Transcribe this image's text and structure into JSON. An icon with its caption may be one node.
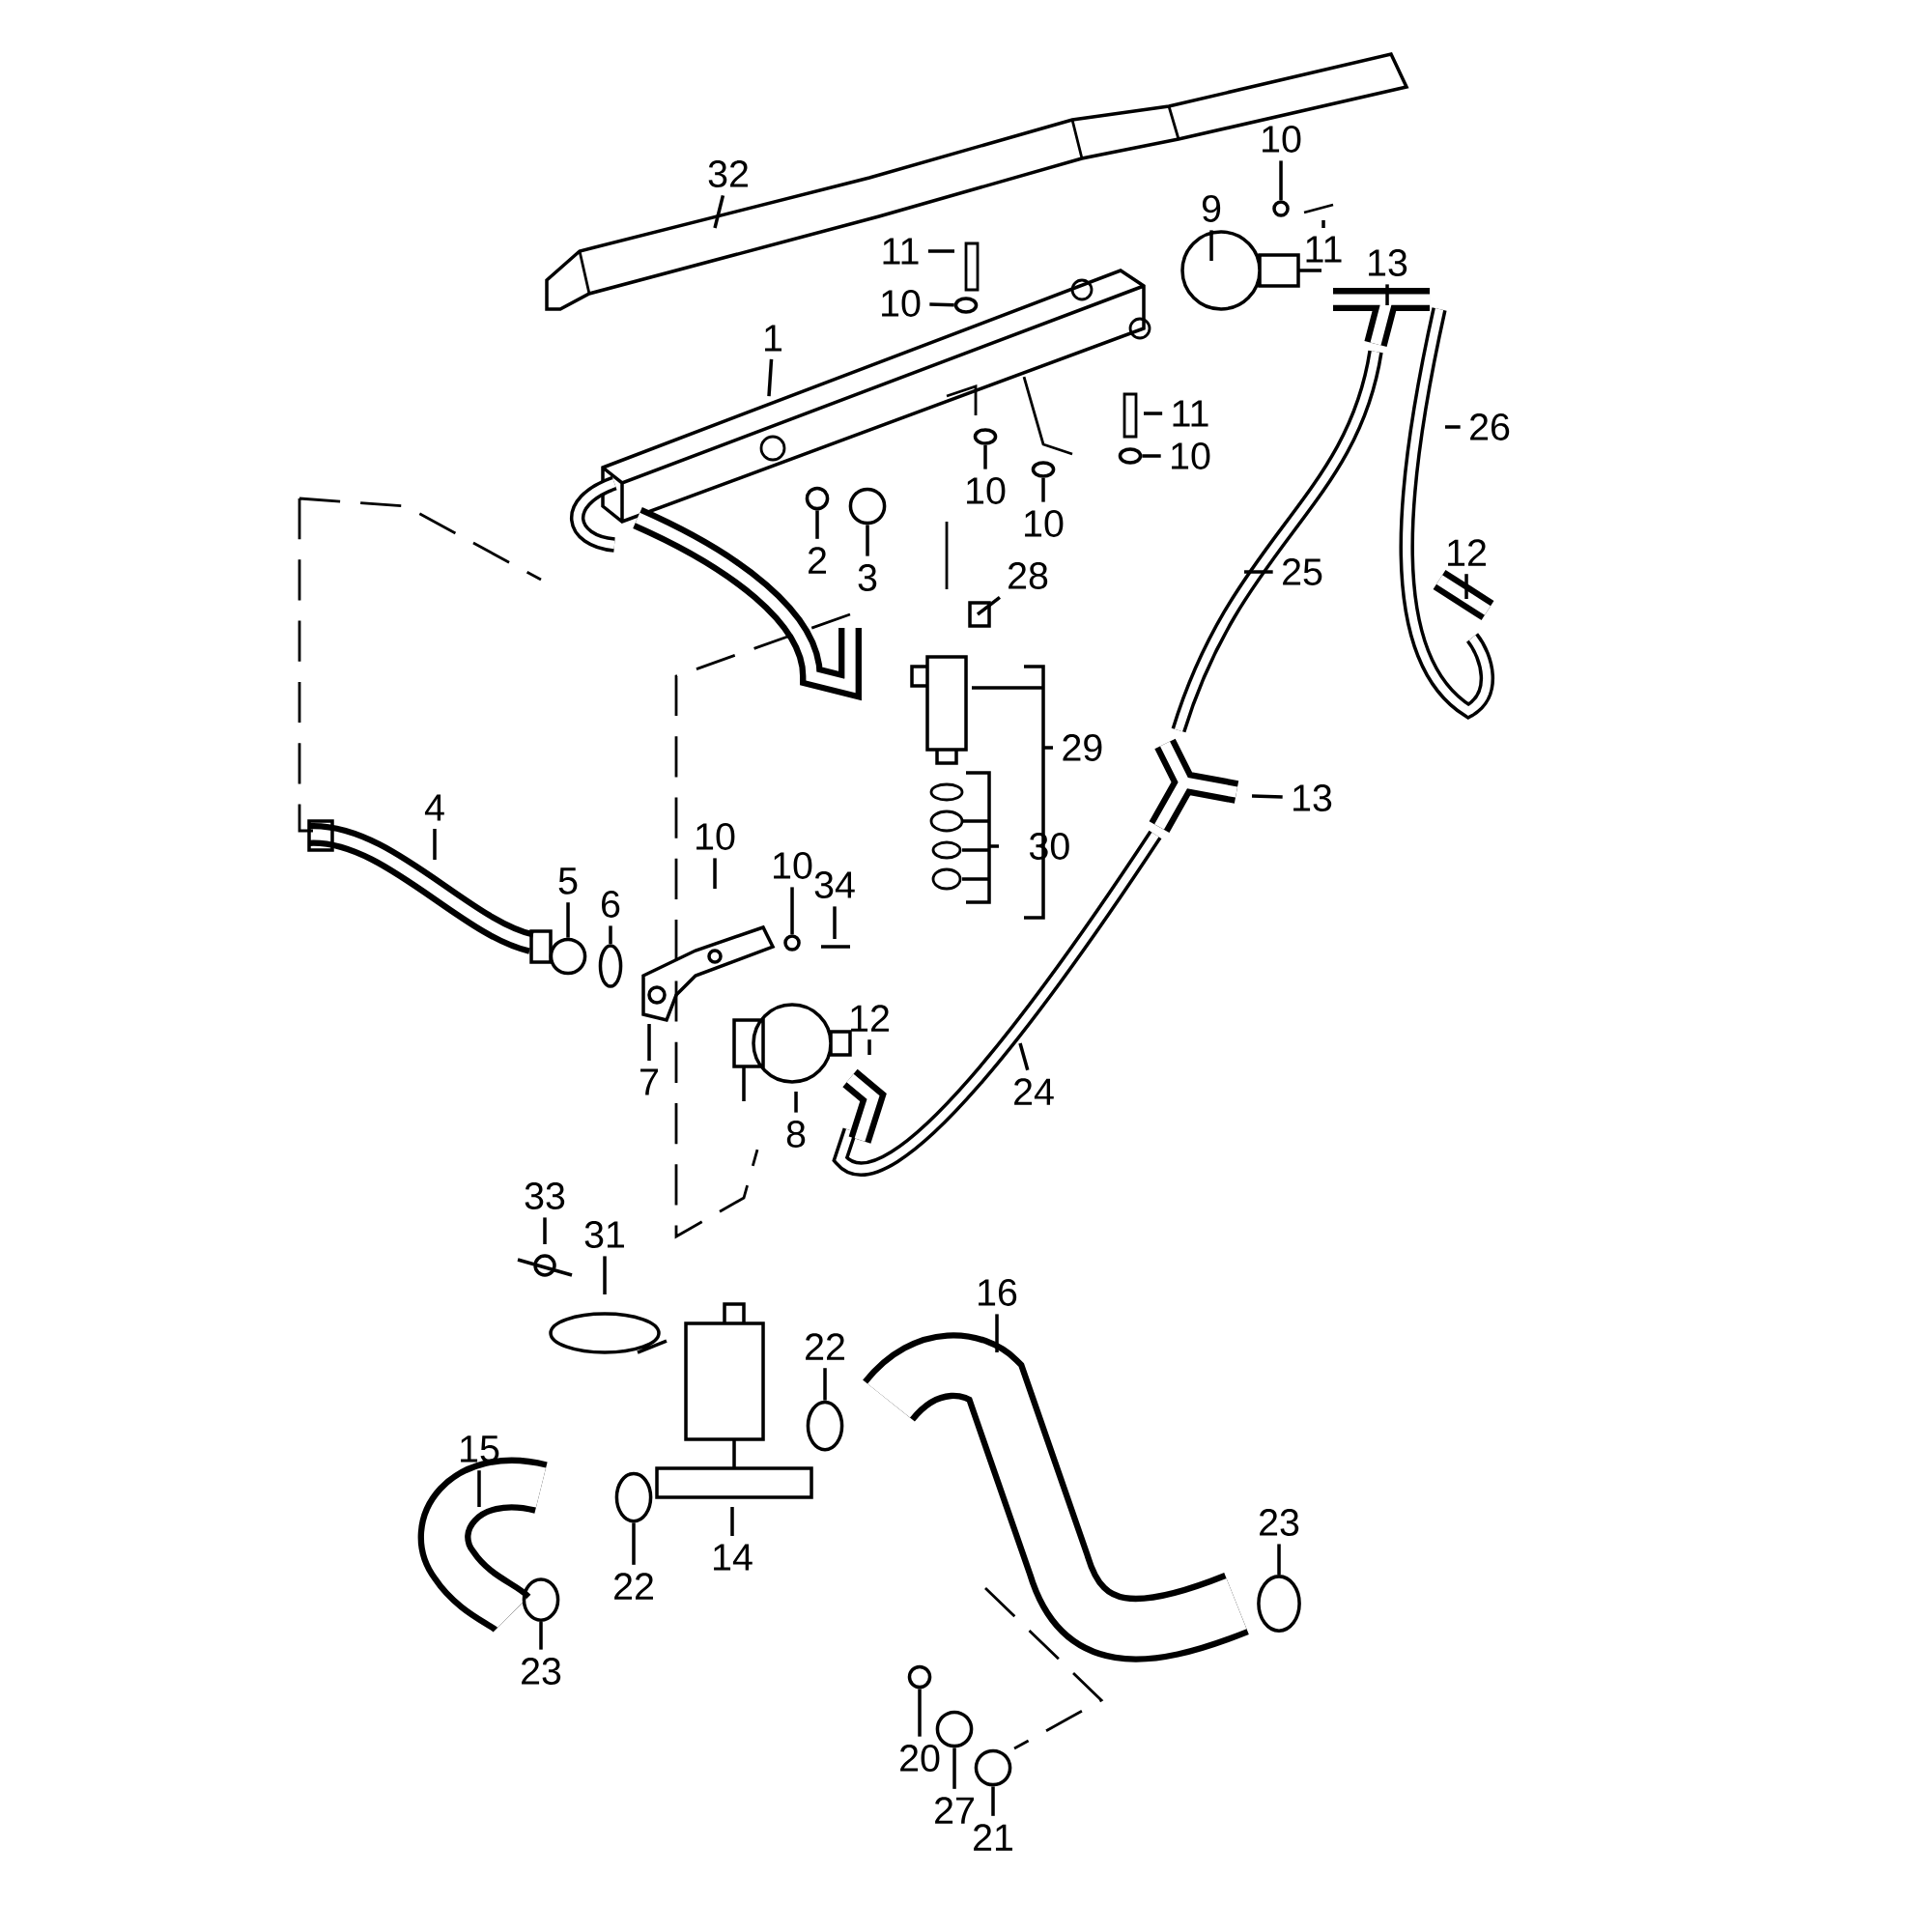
{
  "diagram": {
    "nodes": [
      {
        "text": [
          "10"
        ]
      },
      {
        "text": [
          "32"
        ]
      },
      {
        "text": [
          "9"
        ]
      },
      {
        "text": [
          "11"
        ]
      },
      {
        "text": [
          "11"
        ]
      },
      {
        "text": [
          "13"
        ]
      },
      {
        "text": [
          "10"
        ]
      },
      {
        "text": [
          "1"
        ]
      },
      {
        "text": [
          "11"
        ]
      },
      {
        "text": [
          "26"
        ]
      },
      {
        "text": [
          "10"
        ]
      },
      {
        "text": [
          "10"
        ]
      },
      {
        "text": [
          "10"
        ]
      },
      {
        "text": [
          "12"
        ]
      },
      {
        "text": [
          "2"
        ]
      },
      {
        "text": [
          "25"
        ]
      },
      {
        "text": [
          "3"
        ]
      },
      {
        "text": [
          "28"
        ]
      },
      {
        "text": [
          "13"
        ]
      },
      {
        "text": [
          "4"
        ]
      },
      {
        "text": [
          "10"
        ]
      },
      {
        "text": [
          "10"
        ]
      },
      {
        "text": [
          "5"
        ]
      },
      {
        "text": [
          "34"
        ]
      },
      {
        "text": [
          "6"
        ]
      },
      {
        "text": [
          "12"
        ]
      },
      {
        "text": [
          "24"
        ]
      },
      {
        "text": [
          "7"
        ]
      },
      {
        "text": [
          "8"
        ]
      },
      {
        "text": [
          "33"
        ]
      },
      {
        "text": [
          "31"
        ]
      },
      {
        "text": [
          "16"
        ]
      },
      {
        "text": [
          "22"
        ]
      },
      {
        "text": [
          "15"
        ]
      },
      {
        "text": [
          "23"
        ]
      },
      {
        "text": [
          "14"
        ]
      },
      {
        "text": [
          "22"
        ]
      },
      {
        "text": [
          "23"
        ]
      },
      {
        "text": [
          "20"
        ]
      },
      {
        "text": [
          "27"
        ]
      },
      {
        "text": [
          "21"
        ]
      },
      {
        "text": [],
        "shape": "circle"
      },
      {
        "text": [],
        "shape": "circle"
      },
      {
        "text": [],
        "shape": "circle"
      },
      {
        "text": [],
        "shape": "circle"
      },
      {
        "text": [],
        "shape": "circle"
      },
      {
        "text": [],
        "shape": "circle"
      },
      {
        "text": [],
        "shape": "circle"
      },
      {
        "text": [],
        "shape": "circle"
      },
      {
        "text": [],
        "shape": "circle"
      },
      {
        "text": [],
        "shape": "circle"
      },
      {
        "text": [],
        "shape": "circle"
      },
      {
        "text": [],
        "shape": "circle"
      },
      {
        "text": [],
        "shape": "circle"
      },
      {
        "text": [],
        "shape": "circle"
      },
      {
        "text": [],
        "shape": "circle"
      },
      {
        "text": [],
        "shape": "circle"
      },
      {
        "text": [],
        "shape": "circle"
      }
    ],
    "edges": [
      {
        "from": 0,
        "to": 41,
        "arrow": "none"
      },
      {
        "from": 1,
        "to": null,
        "arrow": "none"
      },
      {
        "from": 2,
        "to": null,
        "arrow": "none"
      },
      {
        "from": 3,
        "to": null,
        "arrow": "none"
      },
      {
        "from": 4,
        "to": null,
        "arrow": "none"
      },
      {
        "from": 5,
        "to": null,
        "arrow": "none"
      },
      {
        "from": 6,
        "to": 42,
        "arrow": "none"
      },
      {
        "from": 7,
        "to": null,
        "arrow": "none"
      },
      {
        "from": 8,
        "to": null,
        "arrow": "none"
      },
      {
        "from": 9,
        "to": null,
        "arrow": "none"
      },
      {
        "from": 10,
        "to": 43,
        "arrow": "none"
      },
      {
        "from": 11,
        "to": 44,
        "arrow": "none"
      },
      {
        "from": 12,
        "to": 45,
        "arrow": "none"
      },
      {
        "from": 13,
        "to": null,
        "arrow": "none"
      },
      {
        "from": 14,
        "to": 46,
        "arrow": "none"
      },
      {
        "from": 15,
        "to": null,
        "arrow": "none"
      },
      {
        "from": 16,
        "to": 47,
        "arrow": "none"
      },
      {
        "from": 17,
        "to": null,
        "arrow": "none"
      },
      {
        "from": 18,
        "to": null,
        "arrow": "none"
      },
      {
        "from": 19,
        "to": null,
        "arrow": "none"
      },
      {
        "from": 20,
        "to": null,
        "arrow": "none"
      },
      {
        "from": 21,
        "to": 48,
        "arrow": "none"
      },
      {
        "from": 22,
        "to": 49,
        "arrow": "none"
      },
      {
        "from": 23,
        "to": null,
        "arrow": "none"
      },
      {
        "from": 24,
        "to": 50,
        "arrow": "none"
      },
      {
        "from": 25,
        "to": null,
        "arrow": "none"
      },
      {
        "from": 26,
        "to": null,
        "arrow": "none"
      },
      {
        "from": 27,
        "to": null,
        "arrow": "none"
      },
      {
        "from": 28,
        "to": null,
        "arrow": "none"
      },
      {
        "from": 29,
        "to": null,
        "arrow": "none"
      },
      {
        "from": 30,
        "to": null,
        "arrow": "none"
      },
      {
        "from": 31,
        "to": null,
        "arrow": "none"
      },
      {
        "from": 32,
        "to": 51,
        "arrow": "none"
      },
      {
        "from": 33,
        "to": null,
        "arrow": "none"
      },
      {
        "from": 34,
        "to": 54,
        "arrow": "none"
      },
      {
        "from": 35,
        "to": null,
        "arrow": "none"
      },
      {
        "from": 36,
        "to": 52,
        "arrow": "none"
      },
      {
        "from": 37,
        "to": 53,
        "arrow": "none"
      },
      {
        "from": 38,
        "to": 55,
        "arrow": "none"
      },
      {
        "from": 39,
        "to": 56,
        "arrow": "none"
      },
      {
        "from": 40,
        "to": 57,
        "arrow": "none"
      }
    ],
    "labels": [
      "29",
      "30"
    ]
  }
}
